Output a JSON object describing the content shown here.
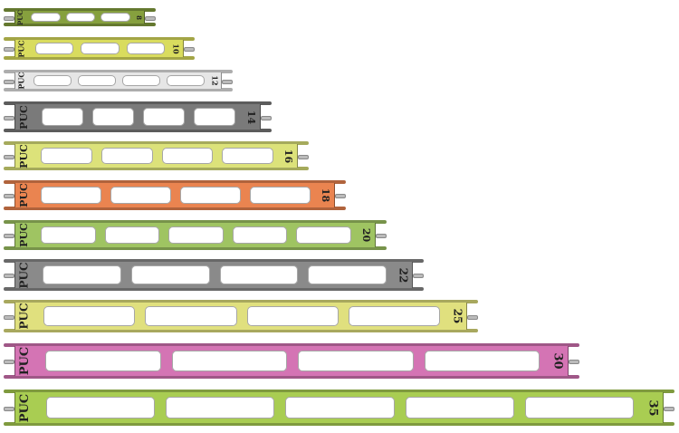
{
  "brand_label": "PUC",
  "winders": [
    {
      "size": "8",
      "color": "#86a03e"
    },
    {
      "size": "10",
      "color": "#d9dc5e"
    },
    {
      "size": "12",
      "color": "#e6e6e6"
    },
    {
      "size": "14",
      "color": "#7a7a7a"
    },
    {
      "size": "16",
      "color": "#dce27a"
    },
    {
      "size": "18",
      "color": "#ea8450"
    },
    {
      "size": "20",
      "color": "#9fc462"
    },
    {
      "size": "22",
      "color": "#8a8a8a"
    },
    {
      "size": "25",
      "color": "#e0e07e"
    },
    {
      "size": "30",
      "color": "#d474b4"
    },
    {
      "size": "35",
      "color": "#a9cd52"
    }
  ]
}
